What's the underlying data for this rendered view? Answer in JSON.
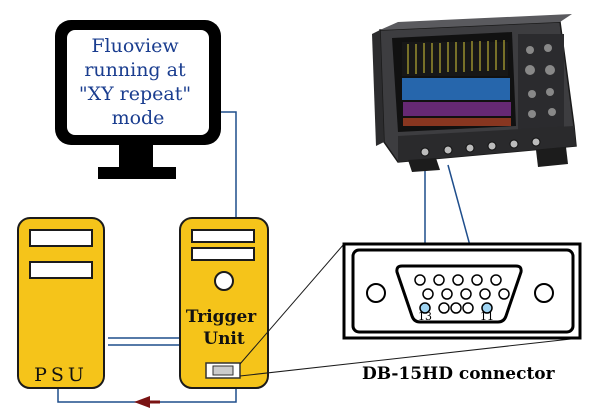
{
  "monitor": {
    "lines": [
      "Fluoview",
      "running at",
      "\"XY repeat\"",
      "mode"
    ]
  },
  "psu": {
    "label": "PSU"
  },
  "trigger_unit": {
    "lines": [
      "Trigger",
      "Unit"
    ]
  },
  "connector": {
    "label": "DB-15HD connector",
    "pin_labels": [
      "13",
      "11"
    ]
  },
  "colors": {
    "tower_fill": "#f5c41a",
    "tower_stroke": "#1b1b1b",
    "cable": "#1f4e8c",
    "arrow": "#7a1313",
    "monitor_text": "#1a3d8f",
    "pin_highlight": "#9fd4f2"
  },
  "icons": [
    "monitor-icon",
    "oscilloscope-icon",
    "arrow-left-icon"
  ]
}
